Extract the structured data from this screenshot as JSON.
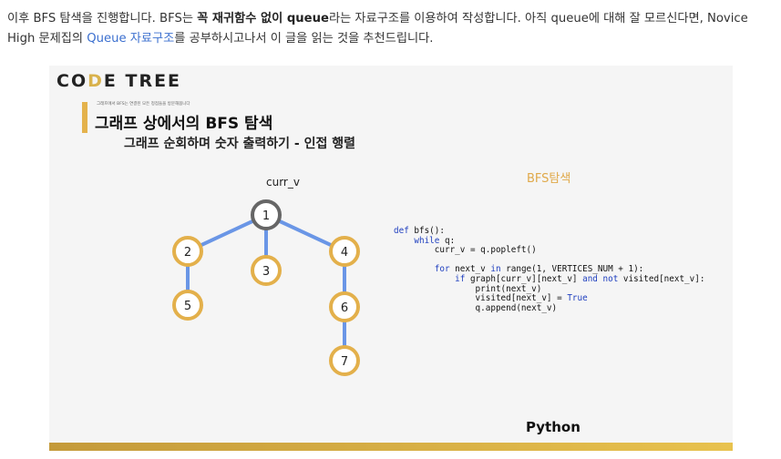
{
  "paragraph": {
    "p1": "이후 BFS 탐색을 진행합니다. BFS는 ",
    "bold": "꼭 재귀함수 없이 queue",
    "p2": "라는 자료구조를 이용하여 작성합니다. 아직 queue에 대해 잘 모르신다면, Novice High 문제집의 ",
    "link": "Queue 자료구조",
    "p3": "를 공부하시고나서 이 글을 읽는 것을 추천드립니다."
  },
  "slide": {
    "logo_left": "CO",
    "logo_d": "D",
    "logo_right": "E TREE",
    "tiny_caption": "그래프에서 BFS는 연결된 모든 정점들을 방문해봅니다",
    "title": "그래프 상에서의 BFS 탐색",
    "subtitle": "그래프 순회하며 숫자 출력하기 - 인접 행렬",
    "curr_label": "curr_v",
    "bfs_label": "BFS탐색",
    "language": "Python",
    "nodes": [
      {
        "label": "1",
        "state": "current"
      },
      {
        "label": "2",
        "state": "normal"
      },
      {
        "label": "3",
        "state": "normal"
      },
      {
        "label": "4",
        "state": "normal"
      },
      {
        "label": "5",
        "state": "normal"
      },
      {
        "label": "6",
        "state": "normal"
      },
      {
        "label": "7",
        "state": "normal"
      }
    ],
    "edges": [
      [
        "1",
        "2"
      ],
      [
        "1",
        "3"
      ],
      [
        "1",
        "4"
      ],
      [
        "2",
        "5"
      ],
      [
        "4",
        "6"
      ],
      [
        "6",
        "7"
      ]
    ],
    "colors": {
      "node_border": "#e3b04b",
      "current_border": "#666666",
      "edge": "#6a96e6",
      "accent": "#e0a94a"
    },
    "code": {
      "l1a": "def ",
      "l1b": "bfs():",
      "l2a": "    while ",
      "l2b": "q:",
      "l3": "        curr_v = q.popleft()",
      "l4": "",
      "l5a": "        for ",
      "l5b": "next_v ",
      "l5c": "in ",
      "l5d": "range(1, VERTICES_NUM + 1):",
      "l6a": "            if ",
      "l6b": "graph[curr_v][next_v] ",
      "l6c": "and not ",
      "l6d": "visited[next_v]:",
      "l7": "                print(next_v)",
      "l8a": "                visited[next_v] = ",
      "l8b": "True",
      "l9": "                q.append(next_v)"
    }
  }
}
